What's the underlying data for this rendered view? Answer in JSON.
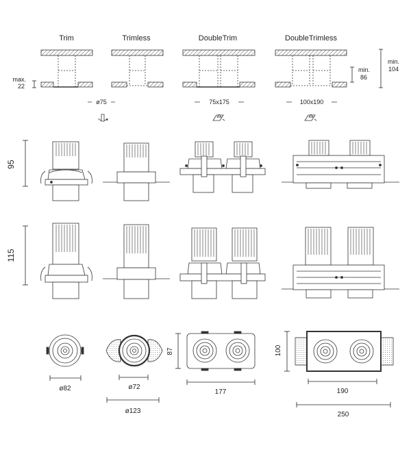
{
  "columns": {
    "trim": "Trim",
    "trimless": "Trimless",
    "double_trim": "DoubleTrim",
    "double_trimless": "DoubleTrimless"
  },
  "ceiling_dims": {
    "max_label": "max.",
    "max_value": "22",
    "min86_label": "min.",
    "min86_value": "86",
    "min104_label": "min.",
    "min104_value": "104"
  },
  "cutouts": {
    "trim_diameter": "ø75",
    "double_trim_size": "75x175",
    "double_trimless_size": "100x190"
  },
  "heights": {
    "row1": "95",
    "row2": "115"
  },
  "footprint_dims": {
    "trim_diameter": "ø82",
    "trimless_inner": "ø72",
    "trimless_outer": "ø123",
    "double_trim_width": "177",
    "double_trim_height": "87",
    "double_trimless_width": "190",
    "double_trimless_outer": "250",
    "double_trimless_height": "100"
  },
  "icons": [
    "rotate-tilt-icon",
    "tilt-icon",
    "tilt-icon"
  ]
}
